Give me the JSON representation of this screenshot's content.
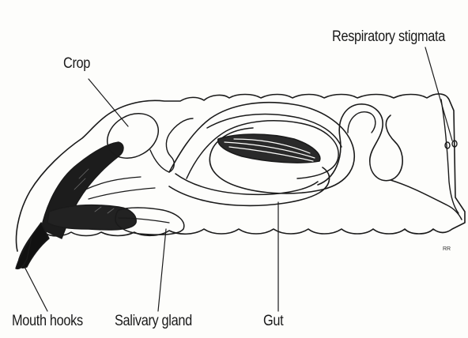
{
  "labels": {
    "crop": "Crop",
    "respiratory_stigmata": "Respiratory stigmata",
    "mouth_hooks": "Mouth hooks",
    "salivary_gland": "Salivary gland",
    "gut": "Gut"
  },
  "signature": "RR",
  "colors": {
    "ink": "#1a1a1a",
    "background": "#fdfdfb"
  }
}
